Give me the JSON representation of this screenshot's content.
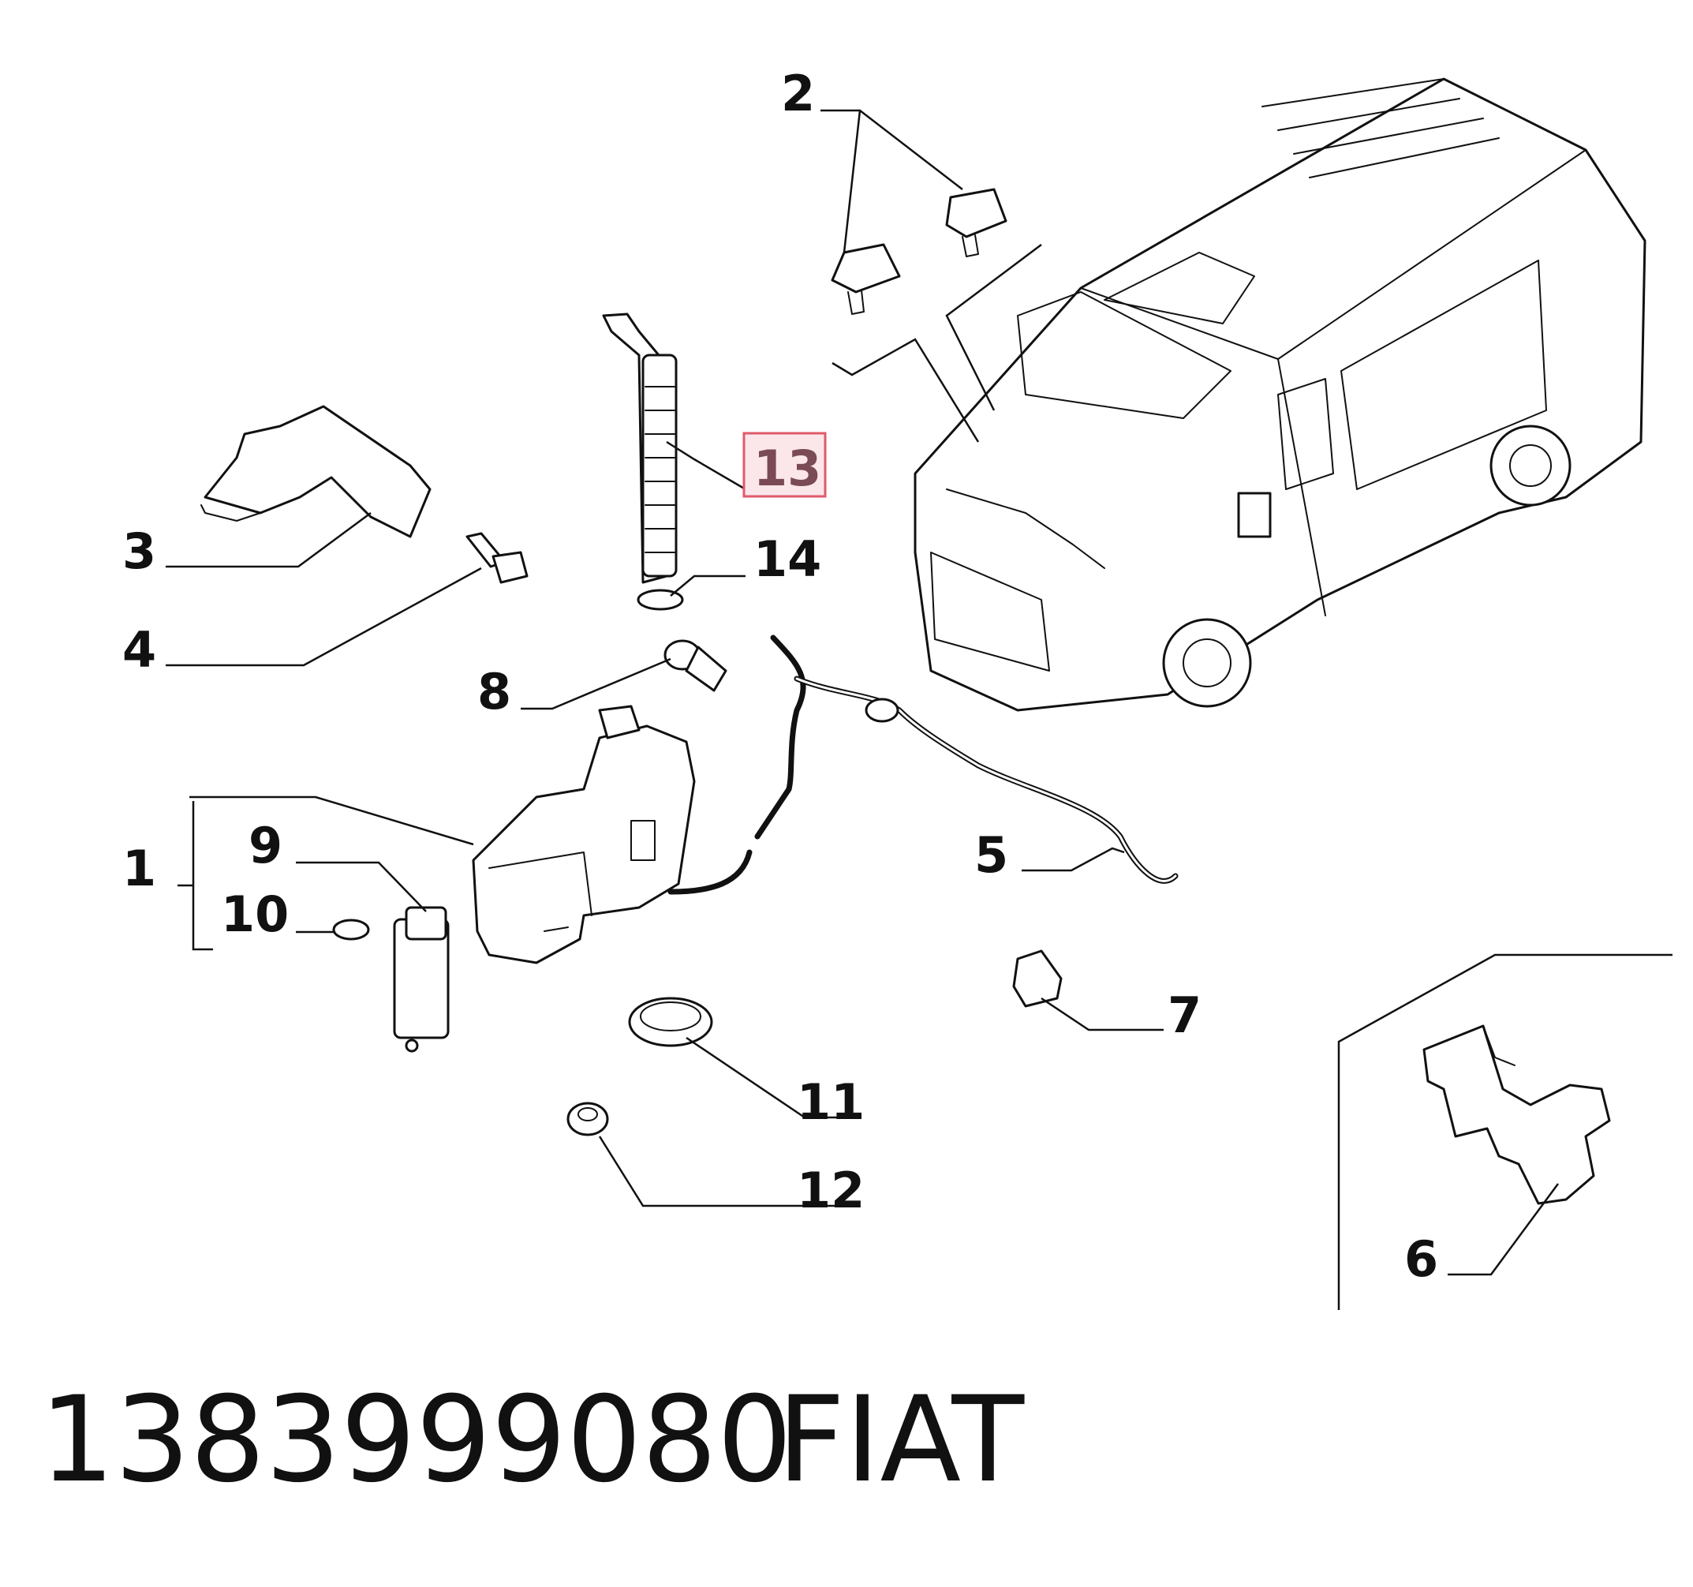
{
  "callouts": {
    "c1": "1",
    "c2": "2",
    "c3": "3",
    "c4": "4",
    "c5": "5",
    "c6": "6",
    "c7": "7",
    "c8": "8",
    "c9": "9",
    "c10": "10",
    "c11": "11",
    "c12": "12",
    "c13": "13",
    "c14": "14"
  },
  "highlighted_callout": "13",
  "highlight_color": "#e05a6a",
  "footer": {
    "part_number": "1383999080",
    "brand": "FIAT"
  }
}
